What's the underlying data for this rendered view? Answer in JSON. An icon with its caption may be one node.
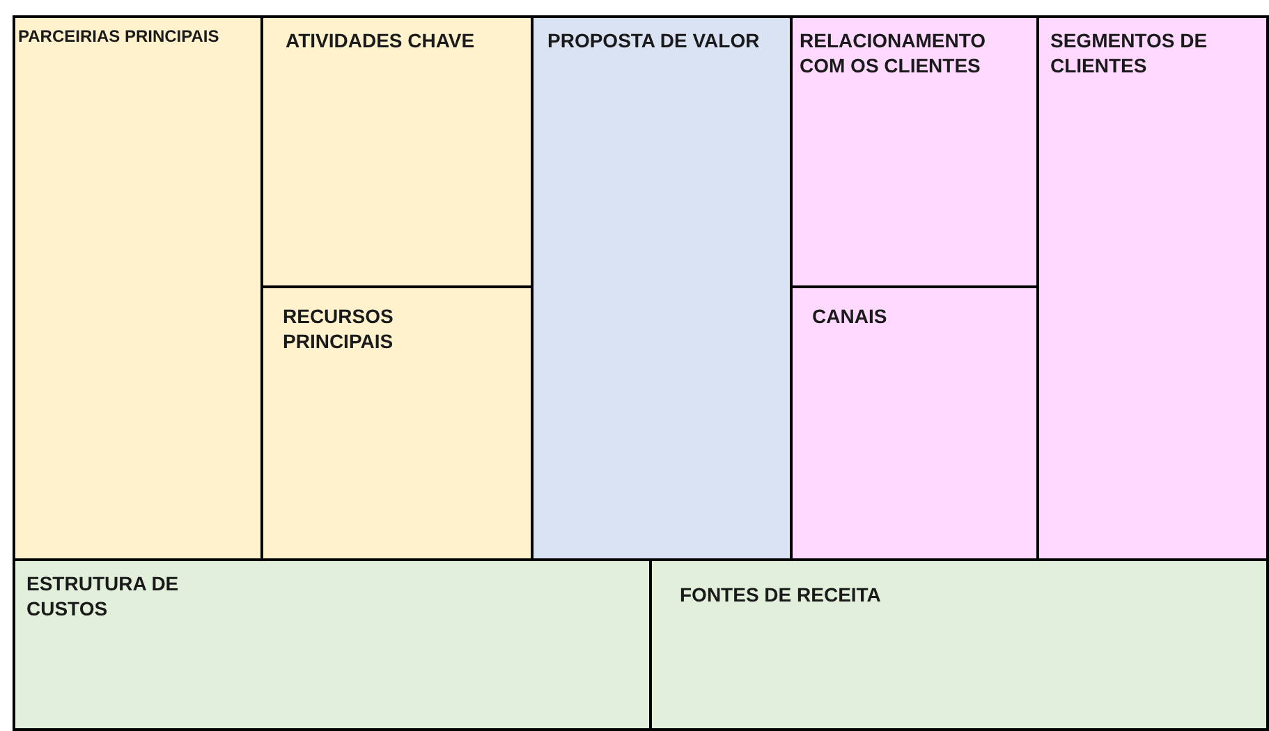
{
  "diagram": {
    "nodes": [
      {
        "text": [
          "PARCEIRIAS PRINCIPAIS"
        ]
      },
      {
        "text": [
          "ATIVIDADES CHAVE"
        ]
      },
      {
        "text": [
          "RECURSOS PRINCIPAIS"
        ]
      },
      {
        "text": [
          "PROPOSTA DE VALOR"
        ]
      },
      {
        "text": [
          "RELACIONAMENTO COM OS CLIENTES"
        ]
      },
      {
        "text": [
          "CANAIS"
        ]
      },
      {
        "text": [
          "SEGMENTOS DE CLIENTES"
        ]
      },
      {
        "text": [
          "ESTRUTURA DE CUSTOS"
        ]
      },
      {
        "text": [
          "FONTES DE RECEITA"
        ]
      }
    ]
  }
}
